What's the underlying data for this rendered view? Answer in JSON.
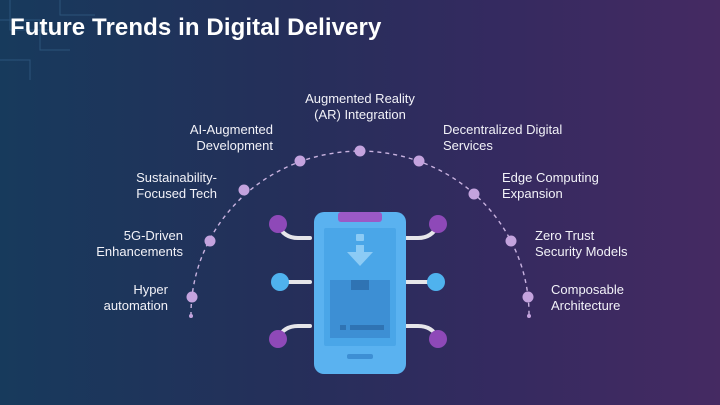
{
  "slide": {
    "title": "Future Trends in Digital Delivery"
  },
  "trends": [
    {
      "line1": "Hyper",
      "line2": "automation"
    },
    {
      "line1": "5G-Driven",
      "line2": "Enhancements"
    },
    {
      "line1": "Sustainability-",
      "line2": "Focused Tech"
    },
    {
      "line1": "AI-Augmented",
      "line2": "Development"
    },
    {
      "line1": "Augmented Reality",
      "line2": "(AR) Integration"
    },
    {
      "line1": "Decentralized Digital",
      "line2": "Services"
    },
    {
      "line1": "Edge Computing",
      "line2": "Expansion"
    },
    {
      "line1": "Zero Trust",
      "line2": "Security Models"
    },
    {
      "line1": "Composable",
      "line2": "Architecture"
    }
  ],
  "colors": {
    "dot": "#c4a3de",
    "phone_body": "#5ab2f0",
    "phone_screen": "#3d8fd4",
    "phone_top_bar": "#9b59c6",
    "node_purple": "#8e49b8",
    "node_blue": "#4fb2ee",
    "connector": "#e6e6ea"
  },
  "icons": {
    "phone": "smartphone-icon",
    "download": "download-arrow-icon",
    "package": "package-box-icon"
  }
}
